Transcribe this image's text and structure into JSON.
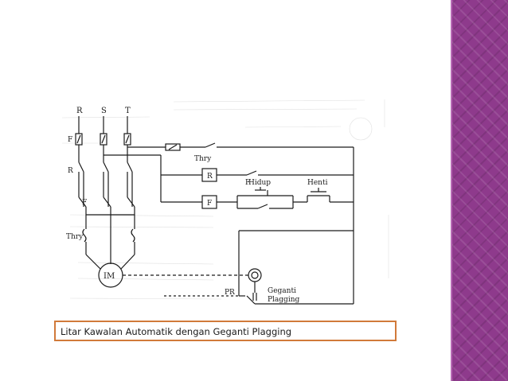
{
  "colors": {
    "side_band": "#8e3a8c",
    "caption_border": "#d17a3a",
    "ink": "#1a1a1a"
  },
  "diagram": {
    "labels": {
      "phase_r": "R",
      "phase_s": "S",
      "phase_t": "T",
      "fuse": "F",
      "contact_r": "R",
      "contact_f": "F",
      "thry_main": "Thry",
      "thry_relay": "Thry",
      "coil_r": "R",
      "contact_f_ctrl": "F",
      "coil_f": "F",
      "hidup": "Hidup",
      "henti": "Henti",
      "motor": "IM",
      "pr": "PR",
      "geganti_line1": "Geganti",
      "geganti_line2": "Plagging"
    }
  },
  "caption": "Litar Kawalan Automatik dengan Geganti Plagging"
}
